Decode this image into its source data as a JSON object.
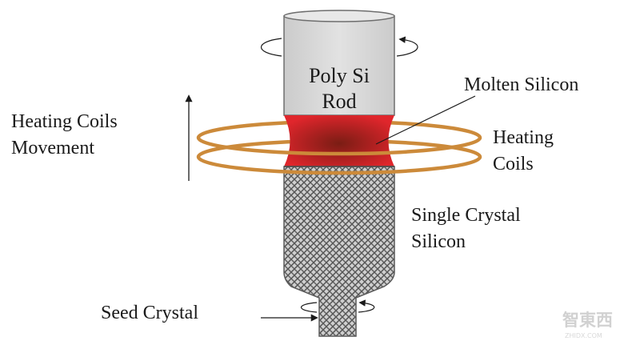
{
  "labels": {
    "poly_line1": "Poly Si",
    "poly_line2": "Rod",
    "molten": "Molten Silicon",
    "heating_coils_line1": "Heating",
    "heating_coils_line2": "Coils",
    "movement_line1": "Heating Coils",
    "movement_line2": "Movement",
    "single_crystal_line1": "Single Crystal",
    "single_crystal_line2": "Silicon",
    "seed_crystal": "Seed Crystal"
  },
  "watermark": {
    "brand": "智東西",
    "sub": "ZHIDX.COM"
  },
  "colors": {
    "rod_fill": "#d4d4d4",
    "rod_stroke": "#6e6e6e",
    "molten": "#c2242a",
    "molten_core": "#7a1d14",
    "coil": "#cc8a3a",
    "crystal_base": "#c8c8c8",
    "crystal_hatch": "#555555",
    "text": "#1a1a1a"
  }
}
